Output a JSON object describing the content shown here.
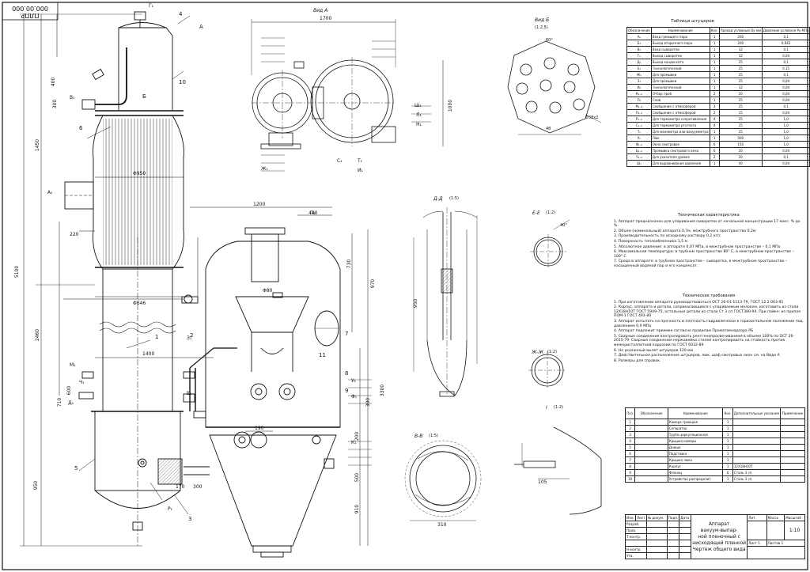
{
  "drawing_code": "ПЛПР 000.00.000",
  "views": {
    "view_a": "Вид А",
    "view_b": "Вид Б",
    "view_b_scale": "(1:2,5)",
    "sec_dd": "Д-Д",
    "sec_dd_scale": "(1:5)",
    "sec_ee": "Е-Е",
    "sec_ee_scale": "(1:2)",
    "sec_zhzh": "Ж-Ж",
    "sec_zhzh_scale": "(1:2)",
    "sec_vv": "В-В",
    "sec_vv_scale": "(1:5)",
    "detail_i": "I",
    "detail_i_scale": "(1:2)"
  },
  "dims": {
    "h_total": "5100",
    "h_1450": "1450",
    "h_2460": "2460",
    "h_950": "950",
    "h_400": "400",
    "h_300": "300",
    "h_600": "600",
    "h_710": "710",
    "w_220": "220",
    "w_1400": "1400",
    "w_170": "170",
    "w_300": "300",
    "d_950": "Φ950",
    "d_646": "Φ646",
    "w_1700": "1700",
    "h_1000": "1000",
    "w_1200": "1200",
    "w_440": "440",
    "h_730": "730",
    "h_970": "970",
    "h_3300": "3300",
    "h_950b": "950",
    "h_390": "390",
    "h_910": "910",
    "h_500": "500",
    "h_200": "200",
    "w_190": "190",
    "d_80": "Φ80",
    "w_48": "48",
    "w_310": "310",
    "w_105": "105",
    "d_38": "Φ38x2",
    "a_60": "60°",
    "a_40": "40°"
  },
  "labels": {
    "a_arrow": "А",
    "b_arrow": "Б",
    "pos_1": "1",
    "pos_2": "2",
    "pos_3": "3",
    "pos_4": "4",
    "pos_5": "5",
    "pos_6": "6",
    "pos_7": "7",
    "pos_8": "8",
    "pos_9": "9",
    "pos_10": "10",
    "pos_11": "11",
    "nozzle_g": "Г₁",
    "nozzle_a": "А₁",
    "nozzle_b": "В₁",
    "nozzle_m": "М₁",
    "nozzle_d": "Д₁",
    "nozzle_ch": "Ч₁",
    "nozzle_e": "Е₁",
    "nozzle_r": "Р₁",
    "nozzle_p": "П₁",
    "nozzle_k": "К₁",
    "nozzle_zh": "Ж₁",
    "nozzle_u": "У₁",
    "nozzle_f": "Φ₁",
    "nozzle_sh": "Ш₁",
    "nozzle_s": "С₁",
    "nozzle_t": "Т₁",
    "nozzle_i": "И₁",
    "nozzle_l": "Л₁",
    "nozzle_n": "Н₁",
    "nozzle_z": "З₁"
  },
  "nozzle_table": {
    "title": "Таблица штуцеров",
    "headers": [
      "Обозначение",
      "Наименование",
      "Кол.",
      "Проход условный Dу мм",
      "Давление условное Ру МПа"
    ],
    "rows": [
      [
        "А₁",
        "Вход греющего пара",
        "1",
        "200",
        "0,1"
      ],
      [
        "Б₁",
        "Выход вторичного пара",
        "1",
        "200",
        "0,042"
      ],
      [
        "В₁",
        "Вход сыворотки",
        "1",
        "32",
        "0,1"
      ],
      [
        "Г₁",
        "Выход сыворотки",
        "1",
        "32",
        "0,04"
      ],
      [
        "Д₁",
        "Выход конденсата",
        "1",
        "25",
        "0,1"
      ],
      [
        "Е₁",
        "Технологический",
        "1",
        "25",
        "0,15"
      ],
      [
        "Ж₁",
        "Для промывки",
        "1",
        "25",
        "0,1"
      ],
      [
        "З₁",
        "Для промывки",
        "1",
        "25",
        "0,04"
      ],
      [
        "И₁",
        "Технологический",
        "1",
        "32",
        "0,04"
      ],
      [
        "К₁₋₂",
        "Отбор проб",
        "2",
        "20",
        "0,04"
      ],
      [
        "Л₁",
        "Слив",
        "1",
        "25",
        "0,04"
      ],
      [
        "М₁₋₂",
        "Сообщение с атмосферой",
        "3",
        "25",
        "0,1"
      ],
      [
        "П₁₋₂",
        "Сообщение с атмосферой",
        "2",
        "15",
        "0,04"
      ],
      [
        "Р₁₋₄",
        "Для термометра сопротивления",
        "4",
        "25",
        "1,0"
      ],
      [
        "С₁₋₄",
        "Для термометра ртутного",
        "4",
        "25",
        "1,0"
      ],
      [
        "Т₁",
        "Для манометра или вакуумметра",
        "1",
        "25",
        "1,0"
      ],
      [
        "У₁",
        "Люк",
        "1",
        "500",
        "1,0"
      ],
      [
        "Φ₁₋₆",
        "Окно смотровое",
        "6",
        "150",
        "1,0"
      ],
      [
        "Ц₁₋₆",
        "Промывка смотрового окна",
        "6",
        "20",
        "0,04"
      ],
      [
        "Ч₁₋₂",
        "Для указателя уровня",
        "2",
        "20",
        "0,1"
      ],
      [
        "Ш₁",
        "Для выравнивания давления",
        "1",
        "40",
        "0,04"
      ]
    ]
  },
  "tech_chars": {
    "title": "Техническая характеристика",
    "items": [
      "1. Аппарат предназначен для упаривания сыворотки от начальной концентрации 17 масс. % до %.",
      "2. Объем (номинальный) аппарата 0,7м, межтрубного пространства 0,2м",
      "3. Производительность по исходному раствору 0,2 кг/с",
      "4. Поверхность теплообменника 1,5 м",
      "5. Абсолютное давление: в аппарате 0,07 МПа, в межтрубном пространстве – 0,1 МПа",
      "6. Максимальная температура: в трубном пространстве 80° С, в межтрубном пространстве – 100° С",
      "7. Среда в аппарате: в трубном пространстве – сыворотка, в межтрубном пространстве – насыщенный водяной пар и его конденсат."
    ]
  },
  "tech_reqs": {
    "title": "Технические требования",
    "items": [
      "1. При изготовлении аппарата руководствоваться ОСТ 26-01-1113-79, ГОСТ 12.2.003-91",
      "2. Корпус, аппарата и детали, соприкасающиеся с упариваемым молоком, изготовить из стали 12Х18Н10Т ГОСТ 5949-75, остальные детали из стали Ст 3 сп ГОСТ380-94. При пайке: из припоя ПОМ-1 ГОСТ 491-80",
      "3. Аппарат испытать на прочность и плотность гидравлически в горизонтальном положении под давлением 0,9 МПа",
      "4. Аппарат подлежит приемке согласно правилам Проматомнадзора РБ",
      "5. Сварные соединения контролировать рентгенопросвечиванием в объеме 100% по ОСТ 26-2015-79. Сварные соединения нержавейки сталей контролировать на стойкость против межкристаллитной коррозии по ГОСТ 6032-89",
      "6. Не указанный вылет штуцеров 120 мм",
      "7. Действительное расположение штуцеров, люк, шаф смотровых окон см. на Виде А",
      "8. Размеры для справок."
    ]
  },
  "parts_list": {
    "headers": [
      "Поз.",
      "Обозначение",
      "Наименование",
      "Кол.",
      "Дополнительные указания",
      "Примечание"
    ],
    "rows": [
      [
        "1",
        "",
        "Камера греющая",
        "1",
        "",
        ""
      ],
      [
        "2",
        "",
        "Сепаратор",
        "1",
        "",
        ""
      ],
      [
        "3",
        "",
        "Труба циркуляционная",
        "1",
        "",
        ""
      ],
      [
        "4",
        "",
        "Крышка камеры",
        "1",
        "",
        ""
      ],
      [
        "5",
        "",
        "Днище",
        "1",
        "",
        ""
      ],
      [
        "6",
        "",
        "Подставка",
        "1",
        "",
        ""
      ],
      [
        "7",
        "",
        "Крышка люка",
        "1",
        "",
        ""
      ],
      [
        "8",
        "",
        "Корпус",
        "1",
        "12Х18Н10Т",
        ""
      ],
      [
        "9",
        "",
        "Фланец",
        "6",
        "Сталь 3 сп",
        ""
      ],
      [
        "10",
        "",
        "Устройство распределит.",
        "1",
        "Сталь 3 сп",
        ""
      ]
    ]
  },
  "title_block": {
    "name_lines": [
      "Аппарат",
      "вакуум-выпар-",
      "ной пленочный с",
      "нисходящей пленкой",
      "Чертеж общего вида"
    ],
    "lit": "Лит.",
    "mass": "Масса",
    "scale_h": "Масштаб",
    "scale": "1:10",
    "sheet": "Лист 1",
    "sheets": "Листов 1",
    "roles": [
      "Изм.",
      "Лист",
      "№ докум.",
      "Подп.",
      "Дата"
    ],
    "people": [
      "Разраб.",
      "Пров.",
      "Т.контр.",
      "",
      "Н.контр.",
      "Утв."
    ]
  }
}
